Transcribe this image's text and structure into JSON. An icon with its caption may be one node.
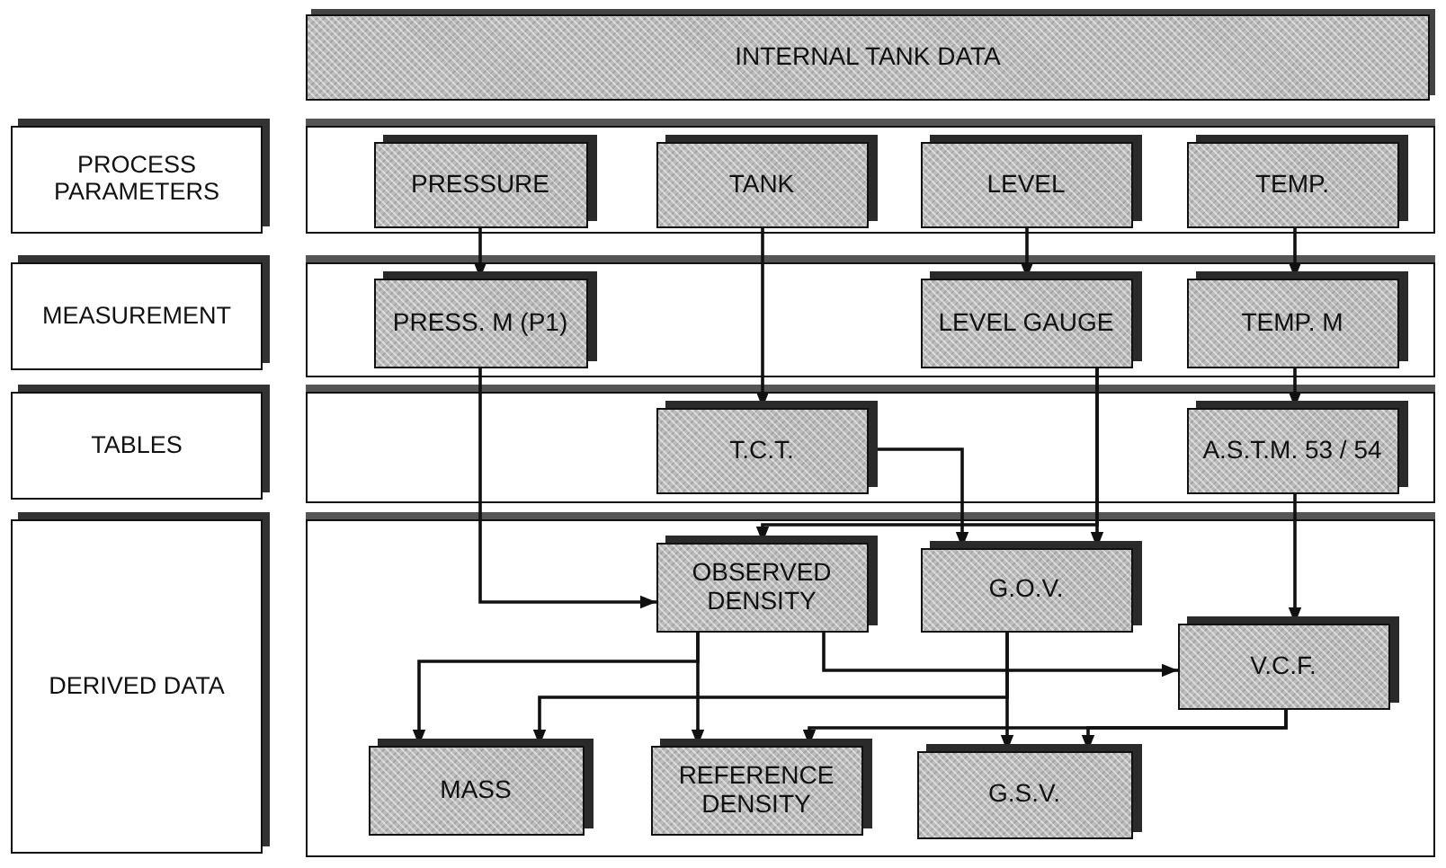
{
  "diagram": {
    "nodes": [
      {
        "text": [
          "INTERNAL TANK DATA"
        ]
      },
      {
        "text": [
          "PROCESS PARAMETERS"
        ]
      },
      {
        "text": [],
        "shape": "box"
      },
      {
        "text": [
          "PRESSURE"
        ],
        "in": 2
      },
      {
        "text": [
          "TANK"
        ],
        "in": 2
      },
      {
        "text": [
          "LEVEL"
        ],
        "in": 2
      },
      {
        "text": [
          "TEMP."
        ],
        "in": 2
      },
      {
        "text": [
          "MEASUREMENT"
        ]
      },
      {
        "text": [],
        "shape": "box"
      },
      {
        "text": [
          "PRESS.  M (P1)"
        ],
        "in": 8
      },
      {
        "text": [
          "LEVEL GAUGE"
        ],
        "in": 8
      },
      {
        "text": [
          "TEMP.  M"
        ],
        "in": 8
      },
      {
        "text": [
          "TABLES"
        ]
      },
      {
        "text": [],
        "shape": "box"
      },
      {
        "text": [
          "T.C.T."
        ],
        "in": 13
      },
      {
        "text": [
          "A.S.T.M. 53 / 54"
        ],
        "in": 13
      },
      {
        "text": [
          "DERIVED DATA"
        ]
      },
      {
        "text": [],
        "shape": "box"
      },
      {
        "text": [
          "OBSERVED DENSITY"
        ],
        "in": 17
      },
      {
        "text": [
          "G.O.V."
        ],
        "in": 17
      },
      {
        "text": [
          "V.C.F."
        ],
        "in": 17
      },
      {
        "text": [
          "MASS"
        ],
        "in": 17
      },
      {
        "text": [
          "REFERENCE DENSITY"
        ],
        "in": 17
      },
      {
        "text": [
          "G.S.V."
        ],
        "in": 17
      }
    ],
    "edges": [
      {
        "from": 3,
        "to": 9,
        "arrow": "to"
      },
      {
        "from": 4,
        "to": 14,
        "arrow": "to"
      },
      {
        "from": 5,
        "to": 10,
        "arrow": "to"
      },
      {
        "from": 6,
        "to": 11,
        "arrow": "to"
      },
      {
        "from": 11,
        "to": 15,
        "arrow": "to"
      },
      {
        "from": 9,
        "to": 18,
        "arrow": "to"
      },
      {
        "from": 14,
        "to": 19,
        "arrow": "to"
      },
      {
        "from": 10,
        "to": 19,
        "arrow": "to"
      },
      {
        "from": 10,
        "to": 18,
        "arrow": "to"
      },
      {
        "from": 15,
        "to": 20,
        "arrow": "to"
      },
      {
        "from": 18,
        "to": 21,
        "arrow": "to"
      },
      {
        "from": 18,
        "to": 22,
        "arrow": "to"
      },
      {
        "from": 18,
        "to": 20,
        "arrow": "to"
      },
      {
        "from": 19,
        "to": 23,
        "arrow": "to"
      },
      {
        "from": 19,
        "to": 21,
        "arrow": "to"
      },
      {
        "from": 20,
        "to": 22,
        "arrow": "to"
      },
      {
        "from": 20,
        "to": 23,
        "arrow": "to"
      }
    ]
  }
}
